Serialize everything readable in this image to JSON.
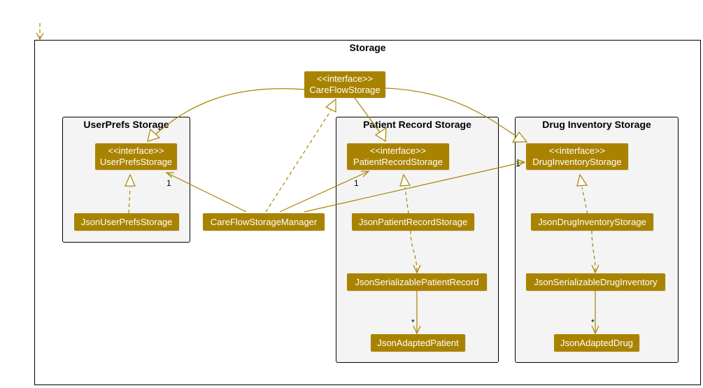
{
  "packages": {
    "storage": "Storage",
    "userprefs": "UserPrefs Storage",
    "patient": "Patient Record Storage",
    "drug": "Drug Inventory Storage"
  },
  "classes": {
    "careflow_storage": {
      "stereotype": "<<interface>>",
      "name": "CareFlowStorage"
    },
    "userprefs_storage": {
      "stereotype": "<<interface>>",
      "name": "UserPrefsStorage"
    },
    "patient_record_storage": {
      "stereotype": "<<interface>>",
      "name": "PatientRecordStorage"
    },
    "drug_inventory_storage": {
      "stereotype": "<<interface>>",
      "name": "DrugInventoryStorage"
    },
    "json_userprefs_storage": {
      "name": "JsonUserPrefsStorage"
    },
    "careflow_storage_manager": {
      "name": "CareFlowStorageManager"
    },
    "json_patient_record_storage": {
      "name": "JsonPatientRecordStorage"
    },
    "json_serializable_patient_record": {
      "name": "JsonSerializablePatientRecord"
    },
    "json_adapted_patient": {
      "name": "JsonAdaptedPatient"
    },
    "json_drug_inventory_storage": {
      "name": "JsonDrugInventoryStorage"
    },
    "json_serializable_drug_inventory": {
      "name": "JsonSerializableDrugInventory"
    },
    "json_adapted_drug": {
      "name": "JsonAdaptedDrug"
    }
  },
  "multiplicities": {
    "userprefs": "1",
    "patient": "1",
    "drug": "1",
    "patient_list": "*",
    "drug_list": "*"
  },
  "colors": {
    "class_fill": "#a98300",
    "edge": "#a98300",
    "package_fill": "#f3f4f3"
  }
}
